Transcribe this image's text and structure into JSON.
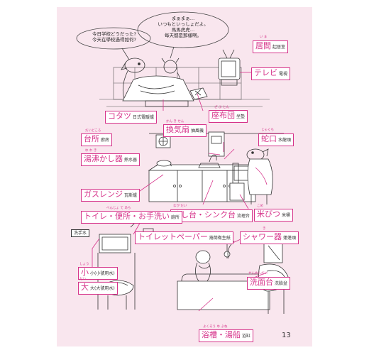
{
  "speech": {
    "child_jp": "今日学校どうだった?",
    "child_zh": "今天在學校過得如何?",
    "mother_jp_1": "まぁまぁ…",
    "mother_jp_2": "いつもといっしょだよ。",
    "mother_zh_1": "馬馬虎虎…",
    "mother_zh_2": "每天都是那樣啊。"
  },
  "labels": [
    {
      "key": "ima",
      "furigana": "い ま",
      "jp": "居間",
      "zh": "起居室"
    },
    {
      "key": "terebi",
      "furigana": "",
      "jp": "テレビ",
      "zh": "電視"
    },
    {
      "key": "kotatsu",
      "furigana": "",
      "jp": "コタツ",
      "zh": "日式電暖爐"
    },
    {
      "key": "zabuton",
      "furigana": "ざ ぶ とん",
      "jp": "座布団",
      "zh": "坐墊"
    },
    {
      "key": "kankisen",
      "furigana": "かん き せん",
      "jp": "換気扇",
      "zh": "抽風機"
    },
    {
      "key": "jaguchi",
      "furigana": "じゃぐち",
      "jp": "蛇口",
      "zh": "水龍頭"
    },
    {
      "key": "daidokoro",
      "furigana": "だいどころ",
      "jp": "台所",
      "zh": "廚房"
    },
    {
      "key": "yuwakashiki",
      "furigana": "ゆ わ き",
      "jp": "湯沸かし器",
      "zh": "熱水器"
    },
    {
      "key": "gasurenji",
      "furigana": "",
      "jp": "ガスレンジ",
      "zh": "瓦斯爐"
    },
    {
      "key": "nagashi",
      "furigana": "なが だい",
      "jp": "流し台・シンク台",
      "zh": "流理台"
    },
    {
      "key": "komebitsu",
      "furigana": "こめ",
      "jp": "米びつ",
      "zh": "米桶"
    },
    {
      "key": "toire",
      "furigana": "べんじょ て あら",
      "jp": "トイレ・便所・お手洗い",
      "zh": "廁所"
    },
    {
      "key": "toiletpaper",
      "furigana": "",
      "jp": "トイレットペーパー",
      "zh": "捲筒衛生紙"
    },
    {
      "key": "shower",
      "furigana": "き",
      "jp": "シャワー器",
      "zh": "蓮蓬頭"
    },
    {
      "key": "senmendai",
      "furigana": "せんめんだい",
      "jp": "洗面台",
      "zh": "洗臉盆"
    },
    {
      "key": "yokusou",
      "furigana": "よくそう ゆ ぶね",
      "jp": "浴槽・湯船",
      "zh": "浴缸"
    }
  ],
  "flush": {
    "title": "洗手水",
    "small_furigana": "しょう",
    "small_jp": "小",
    "small_zh": "小(小號用水)",
    "big_furigana": "だい",
    "big_jp": "大",
    "big_zh": "大(大號用水)"
  },
  "page_number": "13",
  "colors": {
    "accent": "#d6338a",
    "page_bg": "#f9e6ee"
  }
}
